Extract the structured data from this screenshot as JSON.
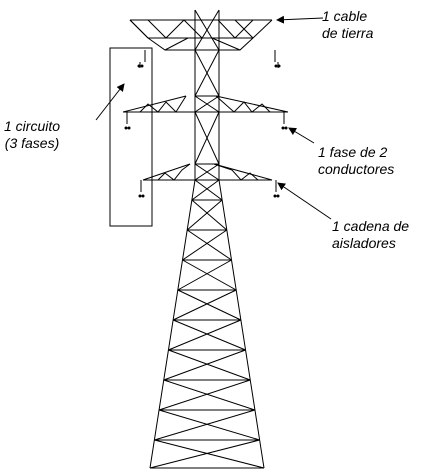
{
  "colors": {
    "stroke": "#000000",
    "background": "#ffffff"
  },
  "labels": {
    "ground_cable": {
      "line1": "1 cable",
      "line2": "de tierra"
    },
    "circuit": {
      "line1": "1 circuito",
      "line2": "(3 fases)"
    },
    "phase": {
      "line1": "1 fase de 2",
      "line2": "conductores"
    },
    "insulator_chain": {
      "line1": "1 cadena de",
      "line2": "aisladores"
    }
  }
}
